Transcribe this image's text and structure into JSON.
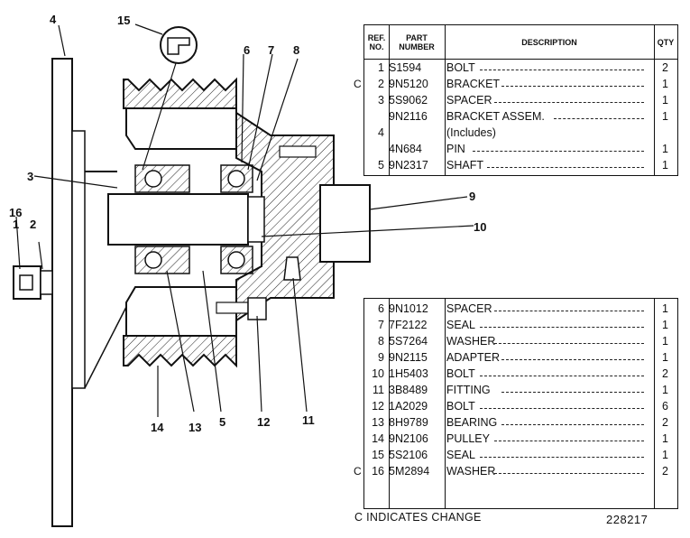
{
  "callouts": [
    "1",
    "2",
    "3",
    "4",
    "5",
    "6",
    "7",
    "8",
    "9",
    "10",
    "11",
    "12",
    "13",
    "14",
    "15",
    "16"
  ],
  "top_table": {
    "headers": {
      "ref": "REF. NO.",
      "part": "PART NUMBER",
      "desc": "DESCRIPTION",
      "qty": "QTY"
    },
    "rows": [
      {
        "ref": "1",
        "part": "S1594",
        "desc": "BOLT",
        "qty": "2",
        "marker": ""
      },
      {
        "ref": "2",
        "part": "9N5120",
        "desc": "BRACKET",
        "qty": "1",
        "marker": "C"
      },
      {
        "ref": "3",
        "part": "5S9062",
        "desc": "SPACER",
        "qty": "1",
        "marker": ""
      },
      {
        "ref": "",
        "part": "9N2116",
        "desc": "BRACKET ASSEM.",
        "qty": "1",
        "marker": ""
      },
      {
        "ref": "4",
        "part": "",
        "desc": "(Includes)",
        "qty": "",
        "marker": ""
      },
      {
        "ref": "",
        "part": "4N684",
        "desc": "PIN",
        "qty": "1",
        "marker": ""
      },
      {
        "ref": "5",
        "part": "9N2317",
        "desc": "SHAFT",
        "qty": "1",
        "marker": ""
      }
    ]
  },
  "bottom_table": {
    "rows": [
      {
        "ref": "6",
        "part": "9N1012",
        "desc": "SPACER",
        "qty": "1",
        "marker": ""
      },
      {
        "ref": "7",
        "part": "7F2122",
        "desc": "SEAL",
        "qty": "1",
        "marker": ""
      },
      {
        "ref": "8",
        "part": "5S7264",
        "desc": "WASHER",
        "qty": "1",
        "marker": ""
      },
      {
        "ref": "9",
        "part": "9N2115",
        "desc": "ADAPTER",
        "qty": "1",
        "marker": ""
      },
      {
        "ref": "10",
        "part": "1H5403",
        "desc": "BOLT",
        "qty": "2",
        "marker": ""
      },
      {
        "ref": "11",
        "part": "3B8489",
        "desc": "FITTING",
        "qty": "1",
        "marker": ""
      },
      {
        "ref": "12",
        "part": "1A2029",
        "desc": "BOLT",
        "qty": "6",
        "marker": ""
      },
      {
        "ref": "13",
        "part": "8H9789",
        "desc": "BEARING",
        "qty": "2",
        "marker": ""
      },
      {
        "ref": "14",
        "part": "9N2106",
        "desc": "PULLEY",
        "qty": "1",
        "marker": ""
      },
      {
        "ref": "15",
        "part": "5S2106",
        "desc": "SEAL",
        "qty": "1",
        "marker": ""
      },
      {
        "ref": "16",
        "part": "5M2894",
        "desc": "WASHER",
        "qty": "2",
        "marker": "C"
      }
    ]
  },
  "footer": {
    "note": "C INDICATES CHANGE",
    "illustration_number": "228217"
  }
}
